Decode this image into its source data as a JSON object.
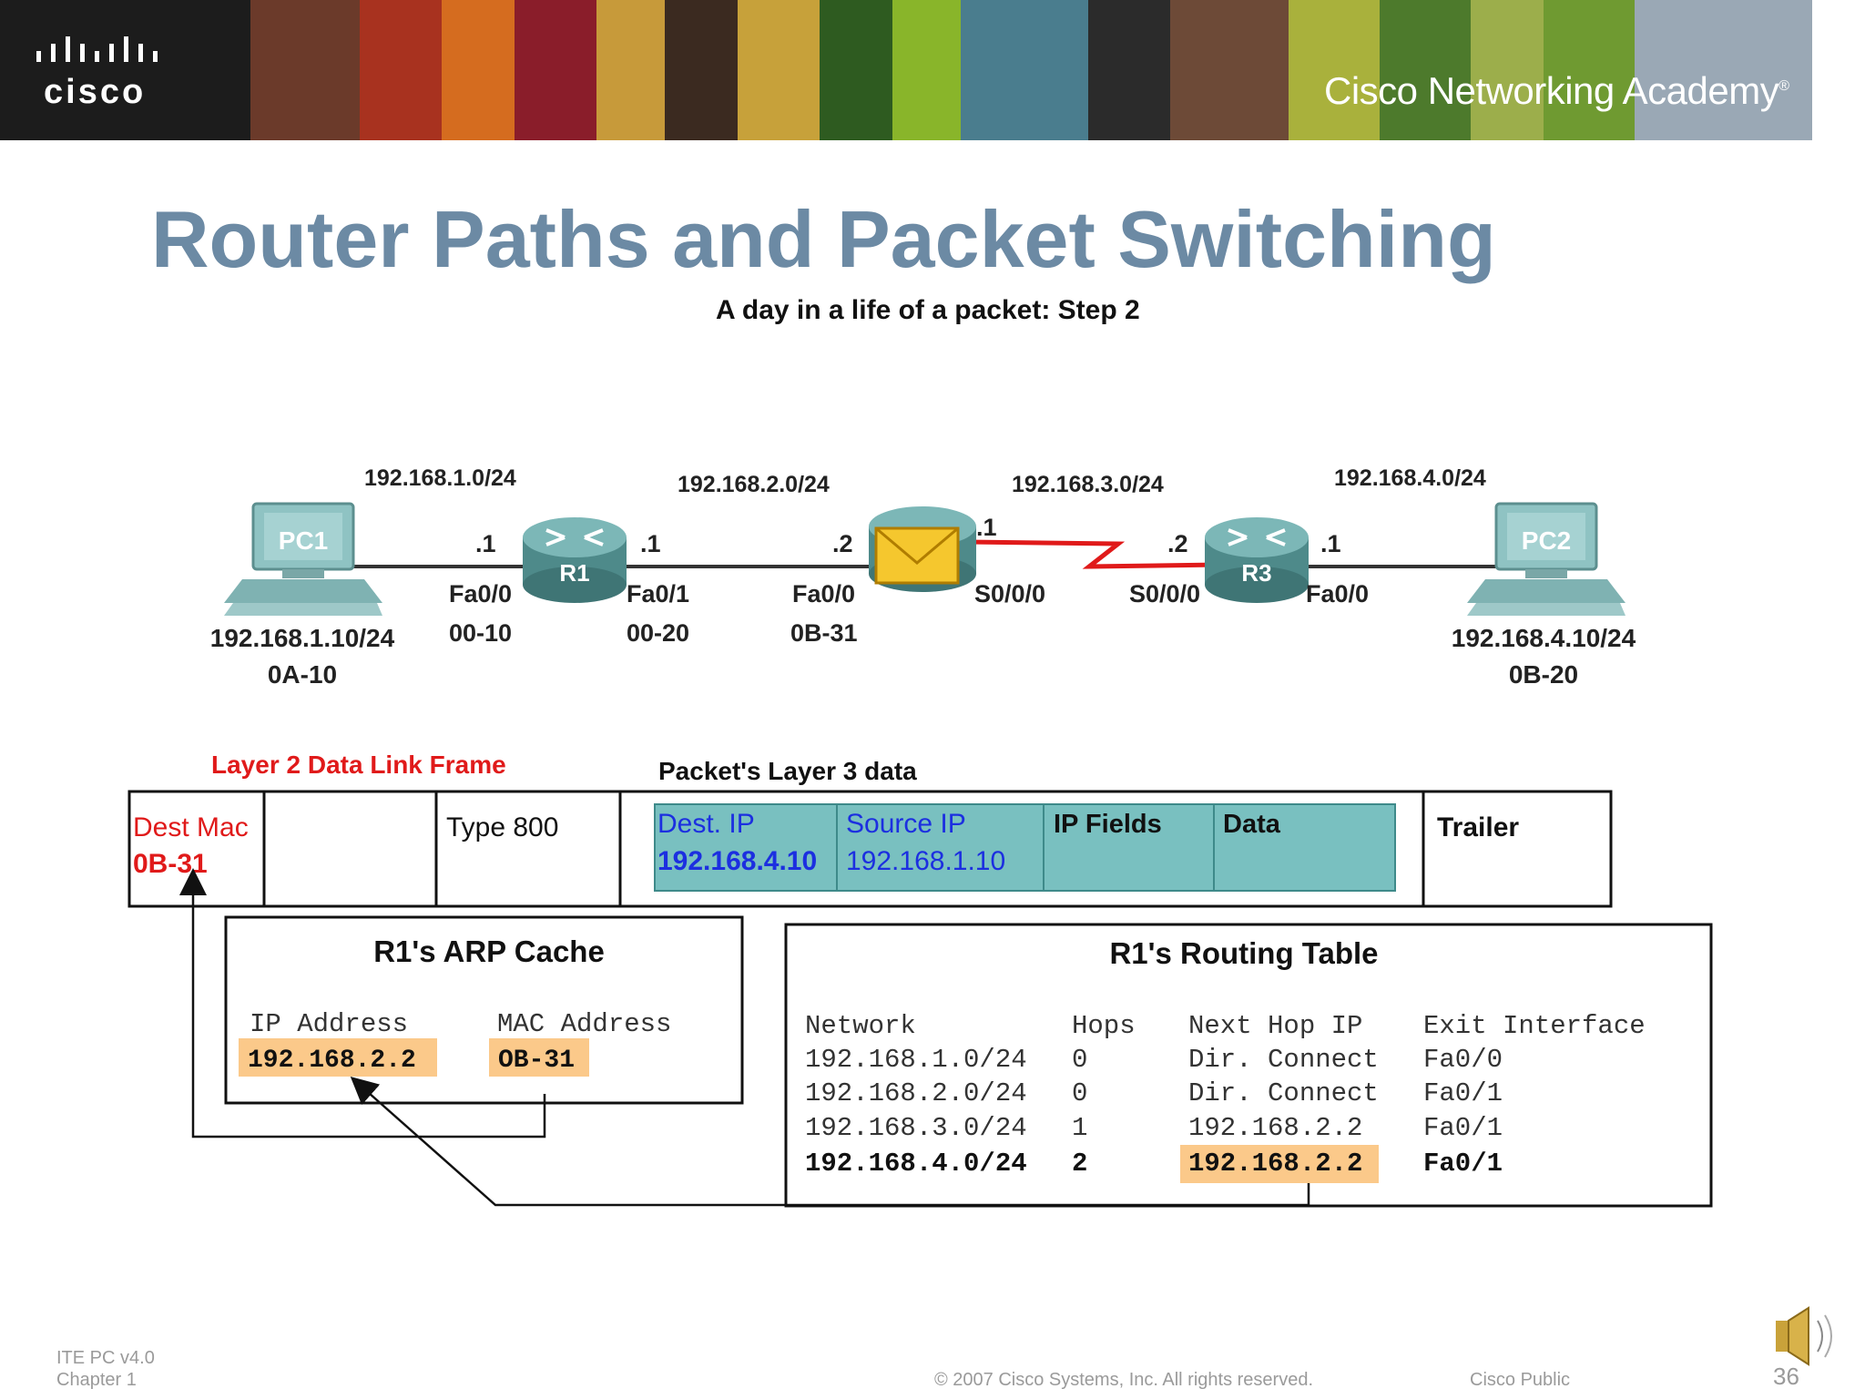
{
  "header": {
    "logo_text": "cisco",
    "academy_name": "Cisco Networking Academy",
    "academy_mark": "®"
  },
  "title": "Router Paths and Packet Switching",
  "subtitle": "A day in a life of a packet: Step 2",
  "topology": {
    "networks": [
      "192.168.1.0/24",
      "192.168.2.0/24",
      "192.168.3.0/24",
      "192.168.4.0/24"
    ],
    "pc1": {
      "label": "PC1",
      "ip": "192.168.1.10/24",
      "mac": "0A-10"
    },
    "pc2": {
      "label": "PC2",
      "ip": "192.168.4.10/24",
      "mac": "0B-20"
    },
    "r1": {
      "label": "R1",
      "fa00_host": ".1",
      "fa00": "Fa0/0",
      "fa00_mac": "00-10",
      "fa01_host": ".1",
      "fa01": "Fa0/1",
      "fa01_mac": "00-20"
    },
    "r2": {
      "fa00_host": ".2",
      "fa00": "Fa0/0",
      "fa00_mac": "0B-31",
      "s000_host": ".1",
      "s000": "S0/0/0"
    },
    "r3": {
      "label": "R3",
      "s000_host": ".2",
      "s000": "S0/0/0",
      "fa00_host": ".1",
      "fa00": "Fa0/0"
    }
  },
  "frame": {
    "l2_label": "Layer 2 Data Link Frame",
    "l3_label": "Packet's Layer 3 data",
    "dest_mac_label": "Dest Mac",
    "dest_mac_value": "0B-31",
    "type": "Type 800",
    "dest_ip_label": "Dest. IP",
    "dest_ip_value": "192.168.4.10",
    "source_ip_label": "Source IP",
    "source_ip_value": "192.168.1.10",
    "ip_fields": "IP Fields",
    "data": "Data",
    "trailer": "Trailer"
  },
  "arp_cache": {
    "title": "R1's ARP Cache",
    "col_ip": "IP Address",
    "col_mac": "MAC Address",
    "ip": "192.168.2.2",
    "mac": "OB-31"
  },
  "routing_table": {
    "title": "R1's Routing Table",
    "headers": [
      "Network",
      "Hops",
      "Next Hop IP",
      "Exit Interface"
    ],
    "rows": [
      [
        "192.168.1.0/24",
        "0",
        "Dir. Connect",
        "Fa0/0"
      ],
      [
        "192.168.2.0/24",
        "0",
        "Dir. Connect",
        "Fa0/1"
      ],
      [
        "192.168.3.0/24",
        "1",
        "192.168.2.2",
        "Fa0/1"
      ],
      [
        "192.168.4.0/24",
        "2",
        "192.168.2.2",
        "Fa0/1"
      ]
    ]
  },
  "footer": {
    "course": "ITE PC v4.0",
    "chapter": "Chapter 1",
    "copyright": "© 2007 Cisco Systems, Inc. All rights reserved.",
    "classification": "Cisco Public",
    "page": "36"
  },
  "colors": {
    "title": "#6c8aa4",
    "frame_red": "#e01a1a",
    "packet_teal": "#79c0c0",
    "ip_blue": "#1c2fe0",
    "highlight": "#fbc98a"
  },
  "icons": [
    "pc-icon",
    "router-icon",
    "envelope-icon",
    "speaker-icon",
    "cisco-bridge-icon"
  ]
}
